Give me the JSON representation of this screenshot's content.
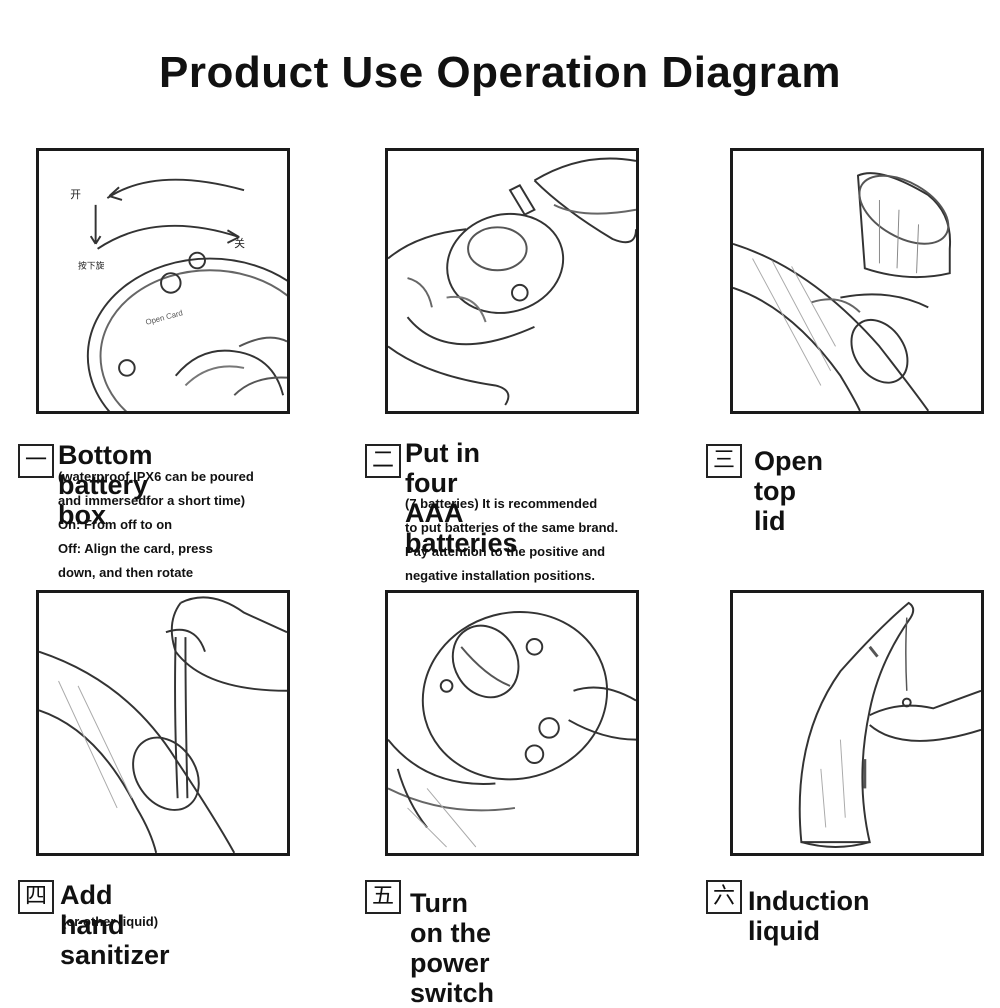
{
  "title": "Product Use Operation Diagram",
  "sketch_labels": {
    "open": "开",
    "close": "关",
    "press_rotate": "按下旋",
    "card": "Open Card"
  },
  "steps": [
    {
      "num": "一",
      "heading": [
        "Bottom battery box"
      ],
      "notes": [
        "(waterproof IPX6 can be poured",
        "and immersedfor a short time)",
        "On: From off to on",
        "Off: Align the card, press",
        "down, and then rotate"
      ]
    },
    {
      "num": "二",
      "heading": [
        "Put in four AAA",
        "batteries"
      ],
      "notes": [
        "(7 batteries) It is recommended",
        " to put batteries of the same brand.",
        "Pay attention to the positive and",
        "negative installation positions."
      ]
    },
    {
      "num": "三",
      "heading": [
        "Open top lid"
      ],
      "notes": []
    },
    {
      "num": "四",
      "heading": [
        "Add hand sanitizer"
      ],
      "notes": [
        "(or other liquid)"
      ]
    },
    {
      "num": "五",
      "heading": [
        "Turn on the",
        "power switch"
      ],
      "notes": []
    },
    {
      "num": "六",
      "heading": [
        "Induction liquid"
      ],
      "notes": []
    }
  ]
}
